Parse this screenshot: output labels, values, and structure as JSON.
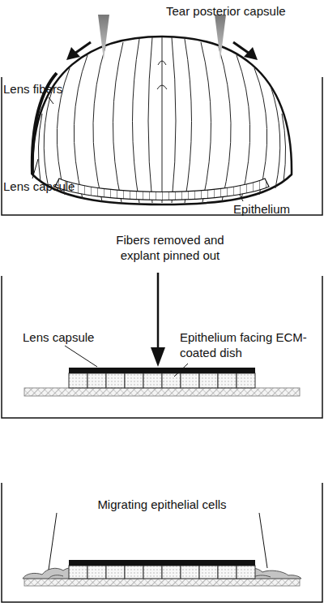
{
  "diagram": {
    "labels": [
      "Tear posterior capsule",
      "Lens fibers",
      "Lens capsule",
      "Epithelium",
      "Fibers removed and explant pinned out",
      "Lens capsule",
      "Epithelium facing ECM-coated dish",
      "Migrating epithelial cells"
    ]
  }
}
